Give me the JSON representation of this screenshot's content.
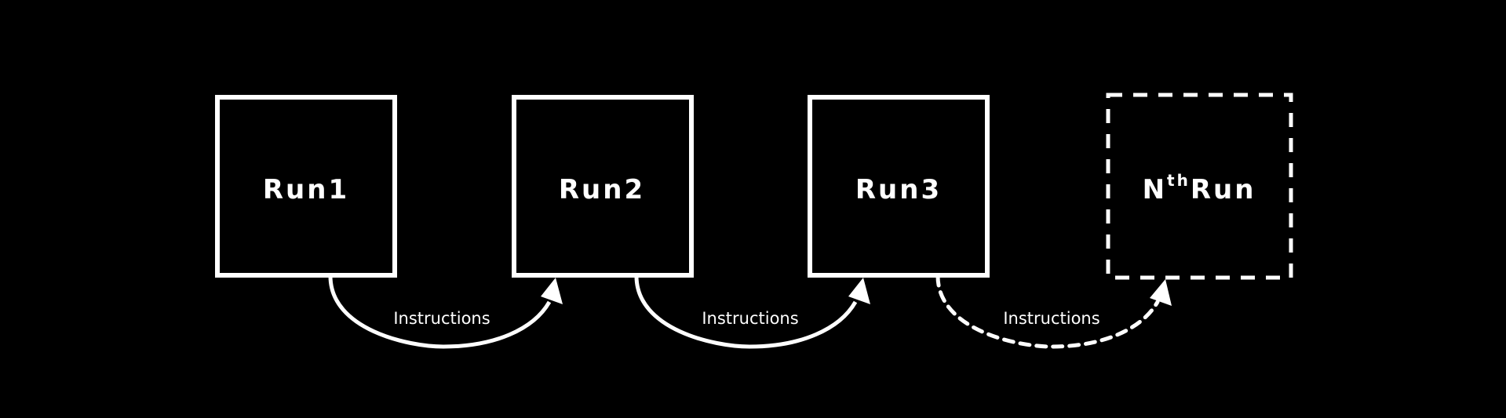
{
  "colors": {
    "background": "#000000",
    "foreground": "#ffffff"
  },
  "nodes": [
    {
      "id": "run1",
      "label": "Run1",
      "style": "solid"
    },
    {
      "id": "run2",
      "label": "Run2",
      "style": "solid"
    },
    {
      "id": "run3",
      "label": "Run3",
      "style": "solid"
    },
    {
      "id": "runN",
      "label_prefix": "N",
      "label_superscript": "th",
      "label": "Run",
      "style": "dashed"
    }
  ],
  "edges": [
    {
      "from": "run1",
      "to": "run2",
      "label": "Instructions",
      "style": "solid"
    },
    {
      "from": "run2",
      "to": "run3",
      "label": "Instructions",
      "style": "solid"
    },
    {
      "from": "run3",
      "to": "runN",
      "label": "Instructions",
      "style": "dashed"
    }
  ]
}
